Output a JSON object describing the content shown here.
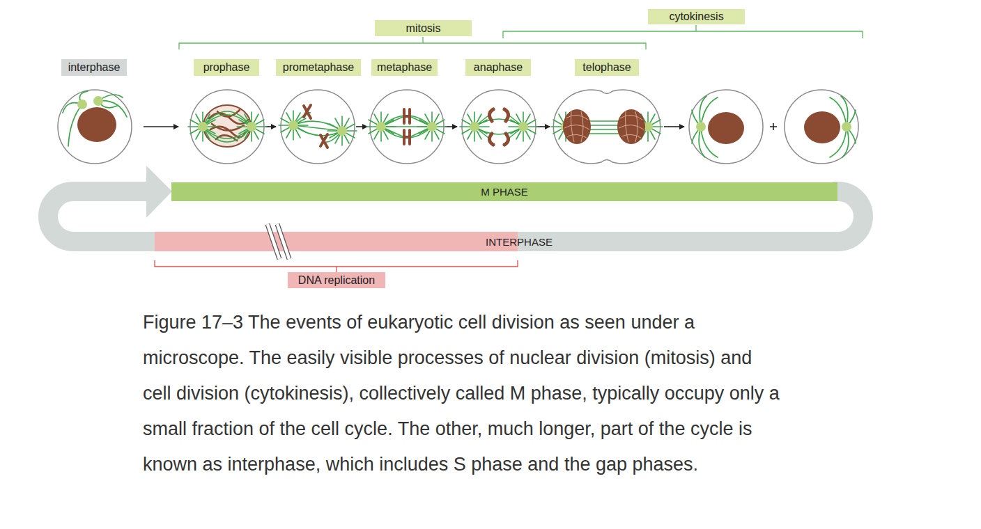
{
  "diagram": {
    "caption": "Figure 17–3 The events of eukaryotic cell division as seen under a microscope. The easily visible processes of nuclear division (mitosis) and cell division (cytokinesis), collectively called M phase, typically occupy only a small fraction of the cell cycle. The other, much longer, part of the cycle is known as interphase, which includes S phase and the gap phases.",
    "nodes": [
      {
        "text": [
          "mitosis"
        ]
      },
      {
        "text": [
          "cytokinesis"
        ]
      },
      {
        "text": [
          "interphase"
        ]
      },
      {
        "text": [
          "prophase"
        ]
      },
      {
        "text": [
          "prometaphase"
        ]
      },
      {
        "text": [
          "metaphase"
        ]
      },
      {
        "text": [
          "anaphase"
        ]
      },
      {
        "text": [
          "telophase"
        ]
      },
      {
        "text": [
          "M PHASE"
        ]
      },
      {
        "text": [
          "INTERPHASE"
        ]
      },
      {
        "text": [
          "DNA replication"
        ]
      }
    ]
  }
}
